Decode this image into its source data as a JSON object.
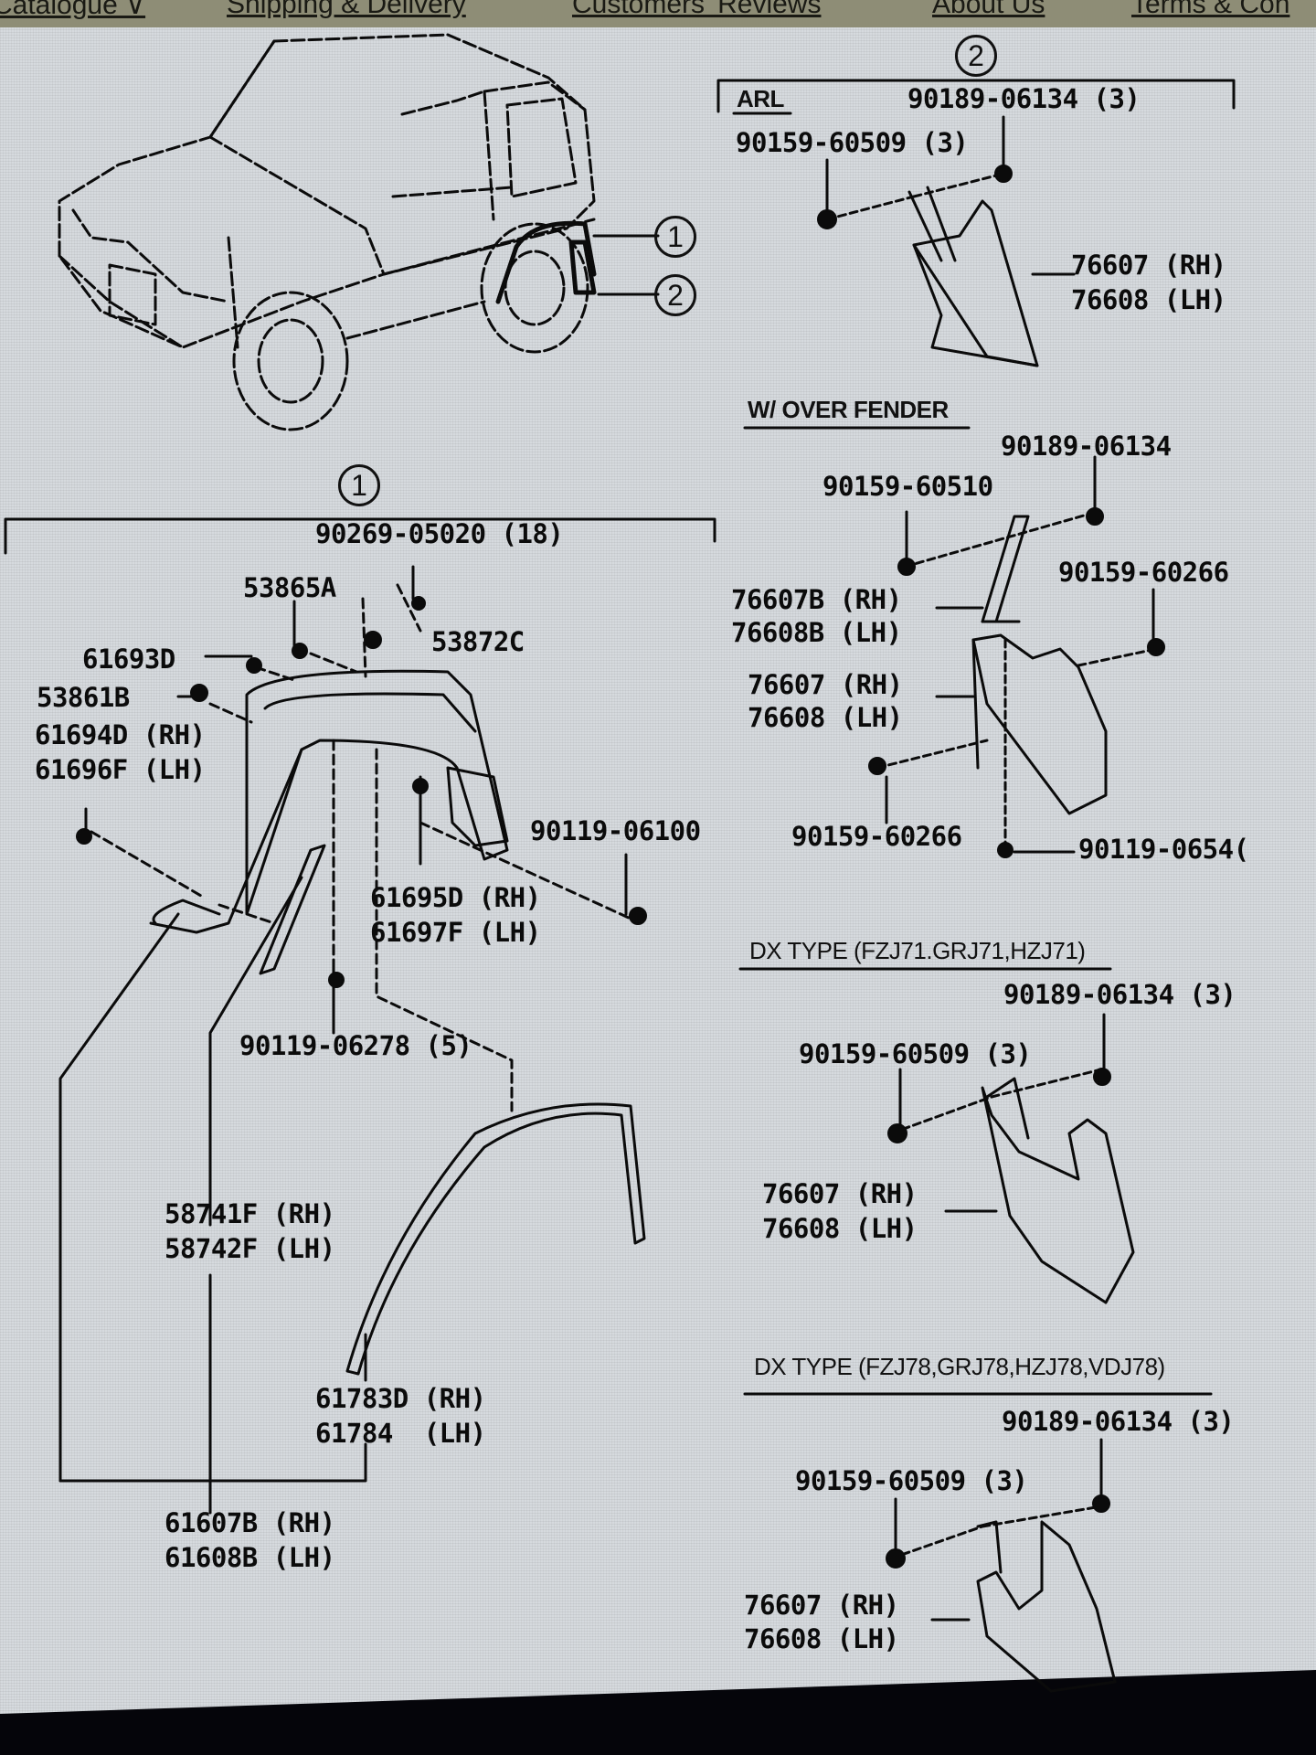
{
  "nav": {
    "links": [
      "Catalogue ∨",
      "Shipping & Delivery",
      "Customers' Reviews",
      "About Us",
      "Terms & Con"
    ]
  },
  "overview": {
    "callouts": [
      "1",
      "2"
    ]
  },
  "section1": {
    "marker": "1",
    "parts": {
      "p90269": "90269-05020 (18)",
      "p53865": "53865A",
      "p53872": "53872C",
      "p61693": "61693D",
      "p53861": "53861B",
      "p61694": "61694D (RH)",
      "p61696": "61696F (LH)",
      "p90119a": "90119-06100",
      "p61695": "61695D (RH)",
      "p61697": "61697F (LH)",
      "p90119b": "90119-06278 (5)",
      "p58741": "58741F (RH)",
      "p58742": "58742F (LH)",
      "p61783": "61783D (RH)",
      "p61784": "61784  (LH)",
      "p61607": "61607B (RH)",
      "p61608": "61608B (LH)"
    }
  },
  "section2": {
    "marker": "2",
    "arl": {
      "heading": "ARL",
      "p90189": "90189-06134 (3)",
      "p90159": "90159-60509 (3)",
      "p76607": "76607 (RH)",
      "p76608": "76608 (LH)"
    },
    "over_fender": {
      "heading": "W/ OVER FENDER",
      "p90189": "90189-06134",
      "p90159a": "90159-60510",
      "p90159b": "90159-60266",
      "p76607b": "76607B (RH)",
      "p76608b": "76608B (LH)",
      "p76607": "76607 (RH)",
      "p76608": "76608 (LH)",
      "p90159c": "90159-60266",
      "p90119": "90119-0654("
    },
    "dx71": {
      "heading": "DX TYPE (FZJ71.GRJ71,HZJ71)",
      "p90189": "90189-06134 (3)",
      "p90159": "90159-60509 (3)",
      "p76607": "76607 (RH)",
      "p76608": "76608 (LH)"
    },
    "dx78": {
      "heading": "DX TYPE (FZJ78,GRJ78,HZJ78,VDJ78)",
      "p90189": "90189-06134 (3)",
      "p90159": "90159-60509 (3)",
      "p76607": "76607 (RH)",
      "p76608": "76608 (LH)"
    }
  },
  "colors": {
    "paper": "#d6dade",
    "ink": "#0b0b0b",
    "navbar": "#8e8d76",
    "bezel": "#05050a"
  }
}
